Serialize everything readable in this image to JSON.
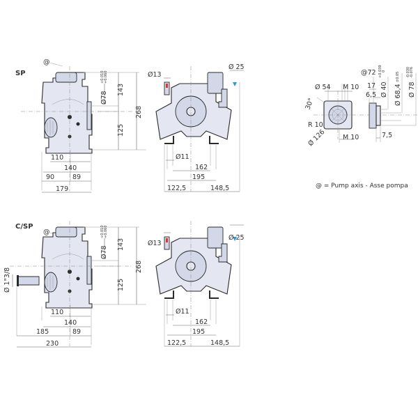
{
  "legend": "@ = Pump axis - Asse pompa",
  "axis_symbol": "@",
  "sp": {
    "label": "SP",
    "side": {
      "d_shaft": "Ø78",
      "tol_upper": "+0.010",
      "tol_lower": "+0.060",
      "h_upper": "143",
      "h_total": "268",
      "h_lower": "125",
      "w_110": "110",
      "w_140": "140",
      "w_left": "90",
      "w_right": "89",
      "w_total": "179"
    },
    "front": {
      "d_inlet": "Ø13",
      "d_outlet": "Ø 25",
      "d_hole": "Ø11",
      "w_162": "162",
      "w_195": "195",
      "w_left": "122,5",
      "w_right": "148,5"
    }
  },
  "csp": {
    "label": "C/SP",
    "side": {
      "d_shaft": "Ø78",
      "tol_upper": "+0.010",
      "tol_lower": "+0.060",
      "h_upper": "143",
      "h_total": "268",
      "h_lower": "125",
      "d_gearbox": "Ø 1\"3/8",
      "w_110": "110",
      "w_140": "140",
      "w_left": "185",
      "w_right": "89",
      "w_total": "230"
    },
    "front": {
      "d_inlet": "Ø13",
      "d_outlet": "Ø 25",
      "d_hole": "Ø11",
      "w_162": "162",
      "w_195": "195",
      "w_left": "122,5",
      "w_right": "148,5"
    }
  },
  "flange": {
    "angle": "30°",
    "d54": "Ø 54",
    "m10_top": "M 10",
    "r10": "R 10",
    "d126": "Ø 126",
    "m10_bottom": "M 10",
    "d72": "@72",
    "w17": "17",
    "w65": "6,5",
    "w75": "7,5",
    "d40": "Ø 40",
    "d40_tol_upper": "+0.039",
    "d40_tol_lower": "0",
    "d684": "Ø 68,4",
    "d684_tol": "±0.05",
    "d78": "Ø 78",
    "d78_tol_upper": "-0.030",
    "d78_tol_lower": "-0.076"
  }
}
